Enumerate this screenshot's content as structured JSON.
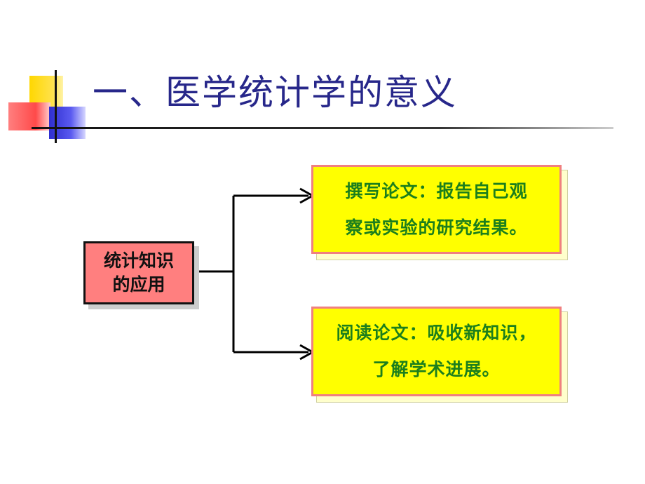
{
  "title": "一、医学统计学的意义",
  "center_box": {
    "line1": "统计知识",
    "line2": "的应用"
  },
  "top_box": {
    "line1": "撰写论文：报告自己观",
    "line2": "察或实验的研究结果。"
  },
  "bottom_box": {
    "line1": "阅读论文：吸收新知识，",
    "line2": "了解学术进展。"
  }
}
